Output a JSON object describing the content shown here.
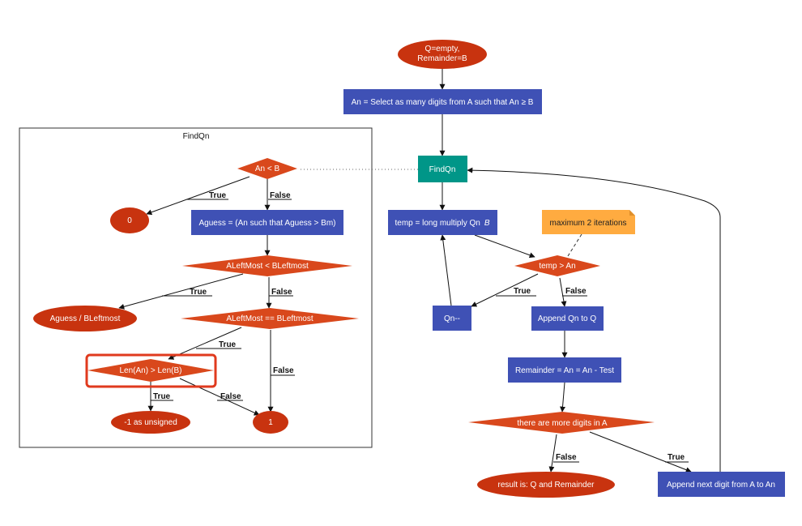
{
  "colors": {
    "oval": "#c8330f",
    "process": "#3f51b5",
    "decision": "#d9481c",
    "teal": "#009688",
    "note": "#ffab40",
    "highlight": "#e03a1e"
  },
  "cluster": {
    "title": "FindQn"
  },
  "nodes": {
    "start": "Q=empty,\nRemainder=B",
    "select": "An = Select as many digits from A such that An ≥ B",
    "findqn": "FindQn",
    "temp": "temp = long multiply Qn  B",
    "temp_plain": "temp = long multiply Qn",
    "temp_var": "B",
    "note": "maximum 2 iterations",
    "temp_gt_an": "temp > An",
    "qn_dec": "Qn--",
    "append_qn": "Append Qn to Q",
    "remainder": "Remainder = An = An - Test",
    "more_digits": "there are more digits in A",
    "result": "result is: Q and Remainder",
    "append_next": "Append next digit from A to An",
    "an_lt_b": "An < B",
    "zero": "0",
    "aguess": "Aguess = (An such that Aguess  >  Bm)",
    "aleft_lt": "ALeftMost < BLeftmost",
    "aguess_div": "Aguess / BLeftmost",
    "aleft_eq": "ALeftMost == BLeftmost",
    "len_gt": "Len(An) > Len(B)",
    "neg_one": "-1 as unsigned",
    "one": "1"
  },
  "edge_labels": {
    "true": "True",
    "false": "False"
  }
}
